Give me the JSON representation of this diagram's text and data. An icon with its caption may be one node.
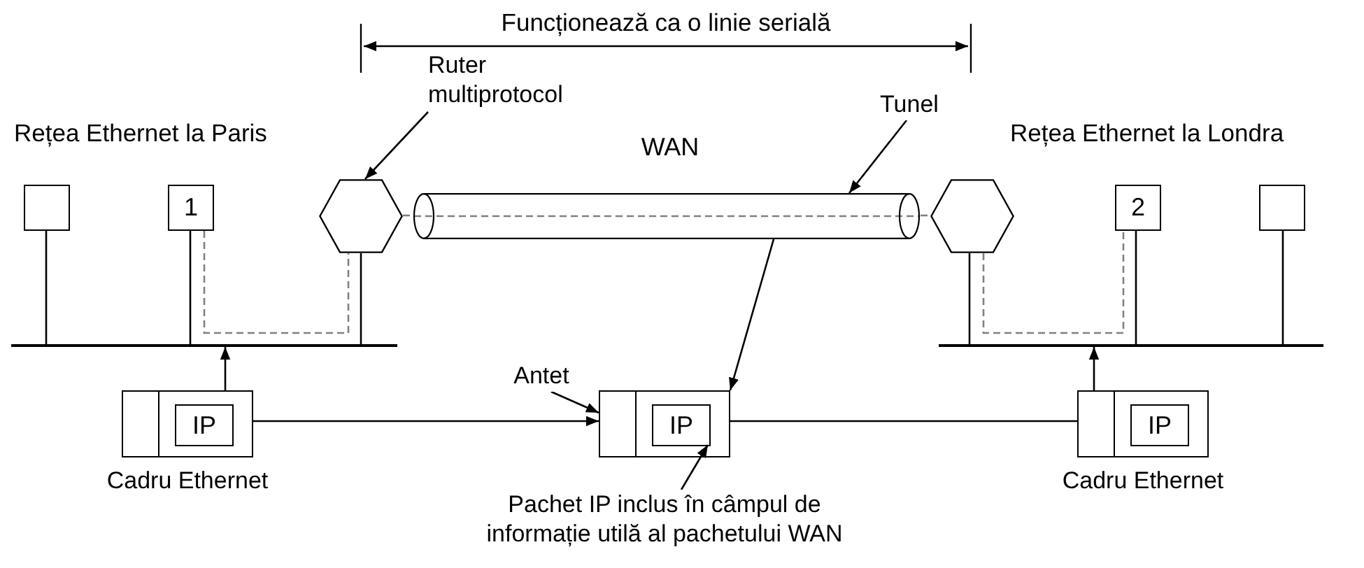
{
  "diagram": {
    "nodes": [
      {
        "text": [],
        "shape": "box"
      },
      {
        "text": [
          "1"
        ]
      },
      {
        "text": [],
        "shape": "hexagon"
      },
      {
        "text": [
          "WAN"
        ]
      },
      {
        "text": [],
        "shape": "cylinder"
      },
      {
        "text": [],
        "shape": "hexagon"
      },
      {
        "text": [
          "2"
        ]
      },
      {
        "text": [],
        "shape": "box"
      },
      {
        "text": [],
        "shape": "bar"
      },
      {
        "text": [],
        "shape": "bar"
      },
      {
        "text": [],
        "shape": "box",
        "beside": [
          "Cadru Ethernet"
        ]
      },
      {
        "text": [
          "IP"
        ],
        "in": 10
      },
      {
        "text": [],
        "shape": "box"
      },
      {
        "text": [
          "IP"
        ],
        "in": 12
      },
      {
        "text": [],
        "shape": "box",
        "beside": [
          "Cadru Ethernet"
        ]
      },
      {
        "text": [
          "IP"
        ],
        "in": 14
      },
      {
        "text": [
          "Ruter multiprotocol"
        ]
      },
      {
        "text": [
          "Tunel"
        ]
      },
      {
        "text": [
          "Antet"
        ]
      },
      {
        "text": [
          "Pachet IP inclus în câmpul de informație utilă al pachetului WAN"
        ]
      }
    ],
    "edges": [
      {
        "from": 0,
        "to": 8,
        "arrow": "none"
      },
      {
        "from": 1,
        "to": 8,
        "arrow": "none"
      },
      {
        "from": 2,
        "to": 8,
        "arrow": "none"
      },
      {
        "from": 5,
        "to": 9,
        "arrow": "none"
      },
      {
        "from": 6,
        "to": 9,
        "arrow": "none"
      },
      {
        "from": 7,
        "to": 9,
        "arrow": "none"
      },
      {
        "from": 1,
        "to": 2,
        "arrow": "none",
        "style": "dashed",
        "color": "#808080"
      },
      {
        "from": 2,
        "to": 4,
        "arrow": "none",
        "style": "dashed",
        "color": "#808080"
      },
      {
        "from": 4,
        "to": 5,
        "arrow": "none",
        "style": "dashed",
        "color": "#808080"
      },
      {
        "from": 5,
        "to": 6,
        "arrow": "none",
        "style": "dashed",
        "color": "#808080"
      },
      {
        "from": 10,
        "to": 8,
        "arrow": "to"
      },
      {
        "from": 10,
        "to": 12,
        "arrow": "to"
      },
      {
        "from": 12,
        "to": 14,
        "arrow": "none"
      },
      {
        "from": 14,
        "to": 9,
        "arrow": "to"
      },
      {
        "from": 16,
        "to": 2,
        "arrow": "to"
      },
      {
        "from": 17,
        "to": 4,
        "arrow": "to"
      },
      {
        "from": 18,
        "to": 12,
        "arrow": "to"
      },
      {
        "from": 19,
        "to": 13,
        "arrow": "to"
      },
      {
        "from": 4,
        "to": 12,
        "arrow": "to"
      }
    ],
    "labels": [
      "Funcționează ca o linie serială",
      "Rețea Ethernet la Paris",
      "Rețea Ethernet la Londra"
    ]
  }
}
